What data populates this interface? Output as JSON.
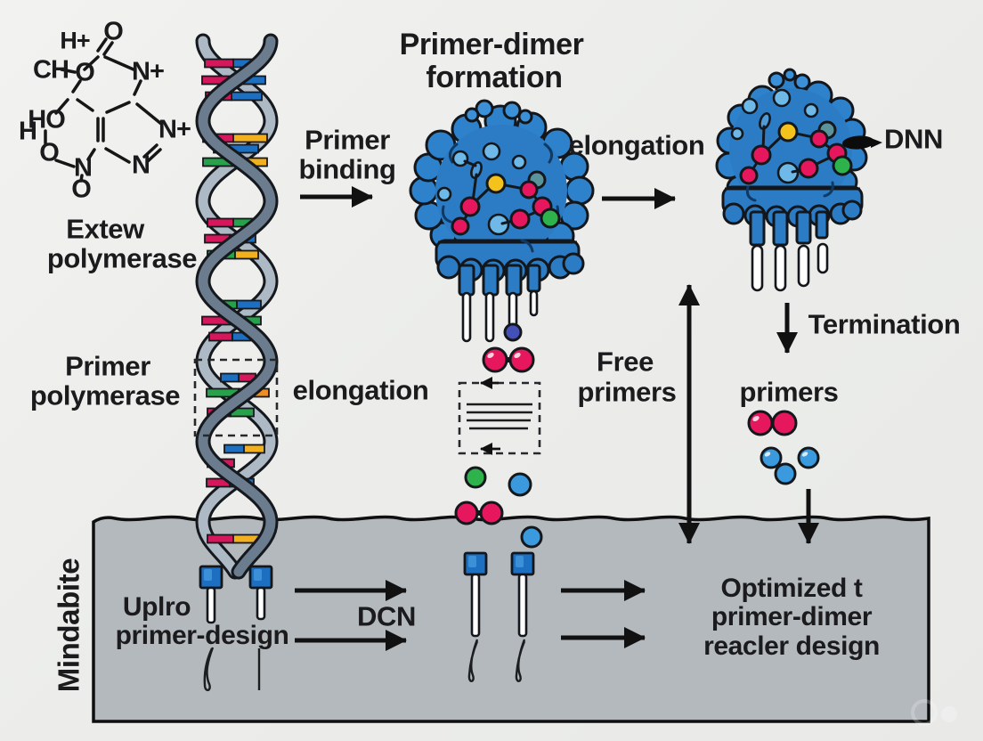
{
  "palette": {
    "background": "#ecedeb",
    "panel_gray": "#b4b9bd",
    "ink": "#1b1b1d",
    "enzyme_blue": "#2b7cc4",
    "enzyme_bump_blue": "#2e82cb",
    "bubble_blue": "#6fb9e8",
    "node_red": "#e6175c",
    "node_yellow": "#f4c21d",
    "node_green": "#2eb34c",
    "node_teal": "#5b939b",
    "strand_light": "#aeb9c6",
    "strand_dark": "#6a7c8e",
    "rung_red": "#d6175c",
    "rung_blue": "#1d6fc2",
    "rung_green": "#28a24a",
    "rung_yellow": "#f2b01f",
    "rung_orange": "#ee8d21",
    "primer_cap_blue": "#1d6fc2",
    "terminator_ball_indigo": "#4450b8"
  },
  "chem": {
    "labels": [
      {
        "text": "H+"
      },
      {
        "text": "O"
      },
      {
        "text": "CH"
      },
      {
        "text": "O"
      },
      {
        "text": "N+"
      },
      {
        "text": "N+"
      },
      {
        "text": "HO"
      },
      {
        "text": "H"
      },
      {
        "text": "O"
      },
      {
        "text": "N"
      },
      {
        "text": "O"
      },
      {
        "text": "N"
      }
    ],
    "caption": {
      "line1": "Extew",
      "line2": "polymerase"
    }
  },
  "labels": {
    "title": {
      "line1": "Primer-dimer",
      "line2": "formation"
    },
    "primer_binding": {
      "line1": "Primer",
      "line2": "binding"
    },
    "elongation_top": "elongation",
    "dnn": "DNN",
    "termination": "Termination",
    "free_primers": {
      "line1": "Free",
      "line2": "primers"
    },
    "primers_right": "primers",
    "primer_polymerase": {
      "line1": "Primer",
      "line2": "polymerase"
    },
    "elongation_mid": "elongation"
  },
  "panel": {
    "side_label": "Mindabite",
    "input_label": {
      "line1": "Uplro",
      "line2": "primer-design"
    },
    "method_label": "DCN",
    "output_label": {
      "line1": "Optimized t",
      "line2": "primer-dimer",
      "line3": "reacler design"
    }
  }
}
